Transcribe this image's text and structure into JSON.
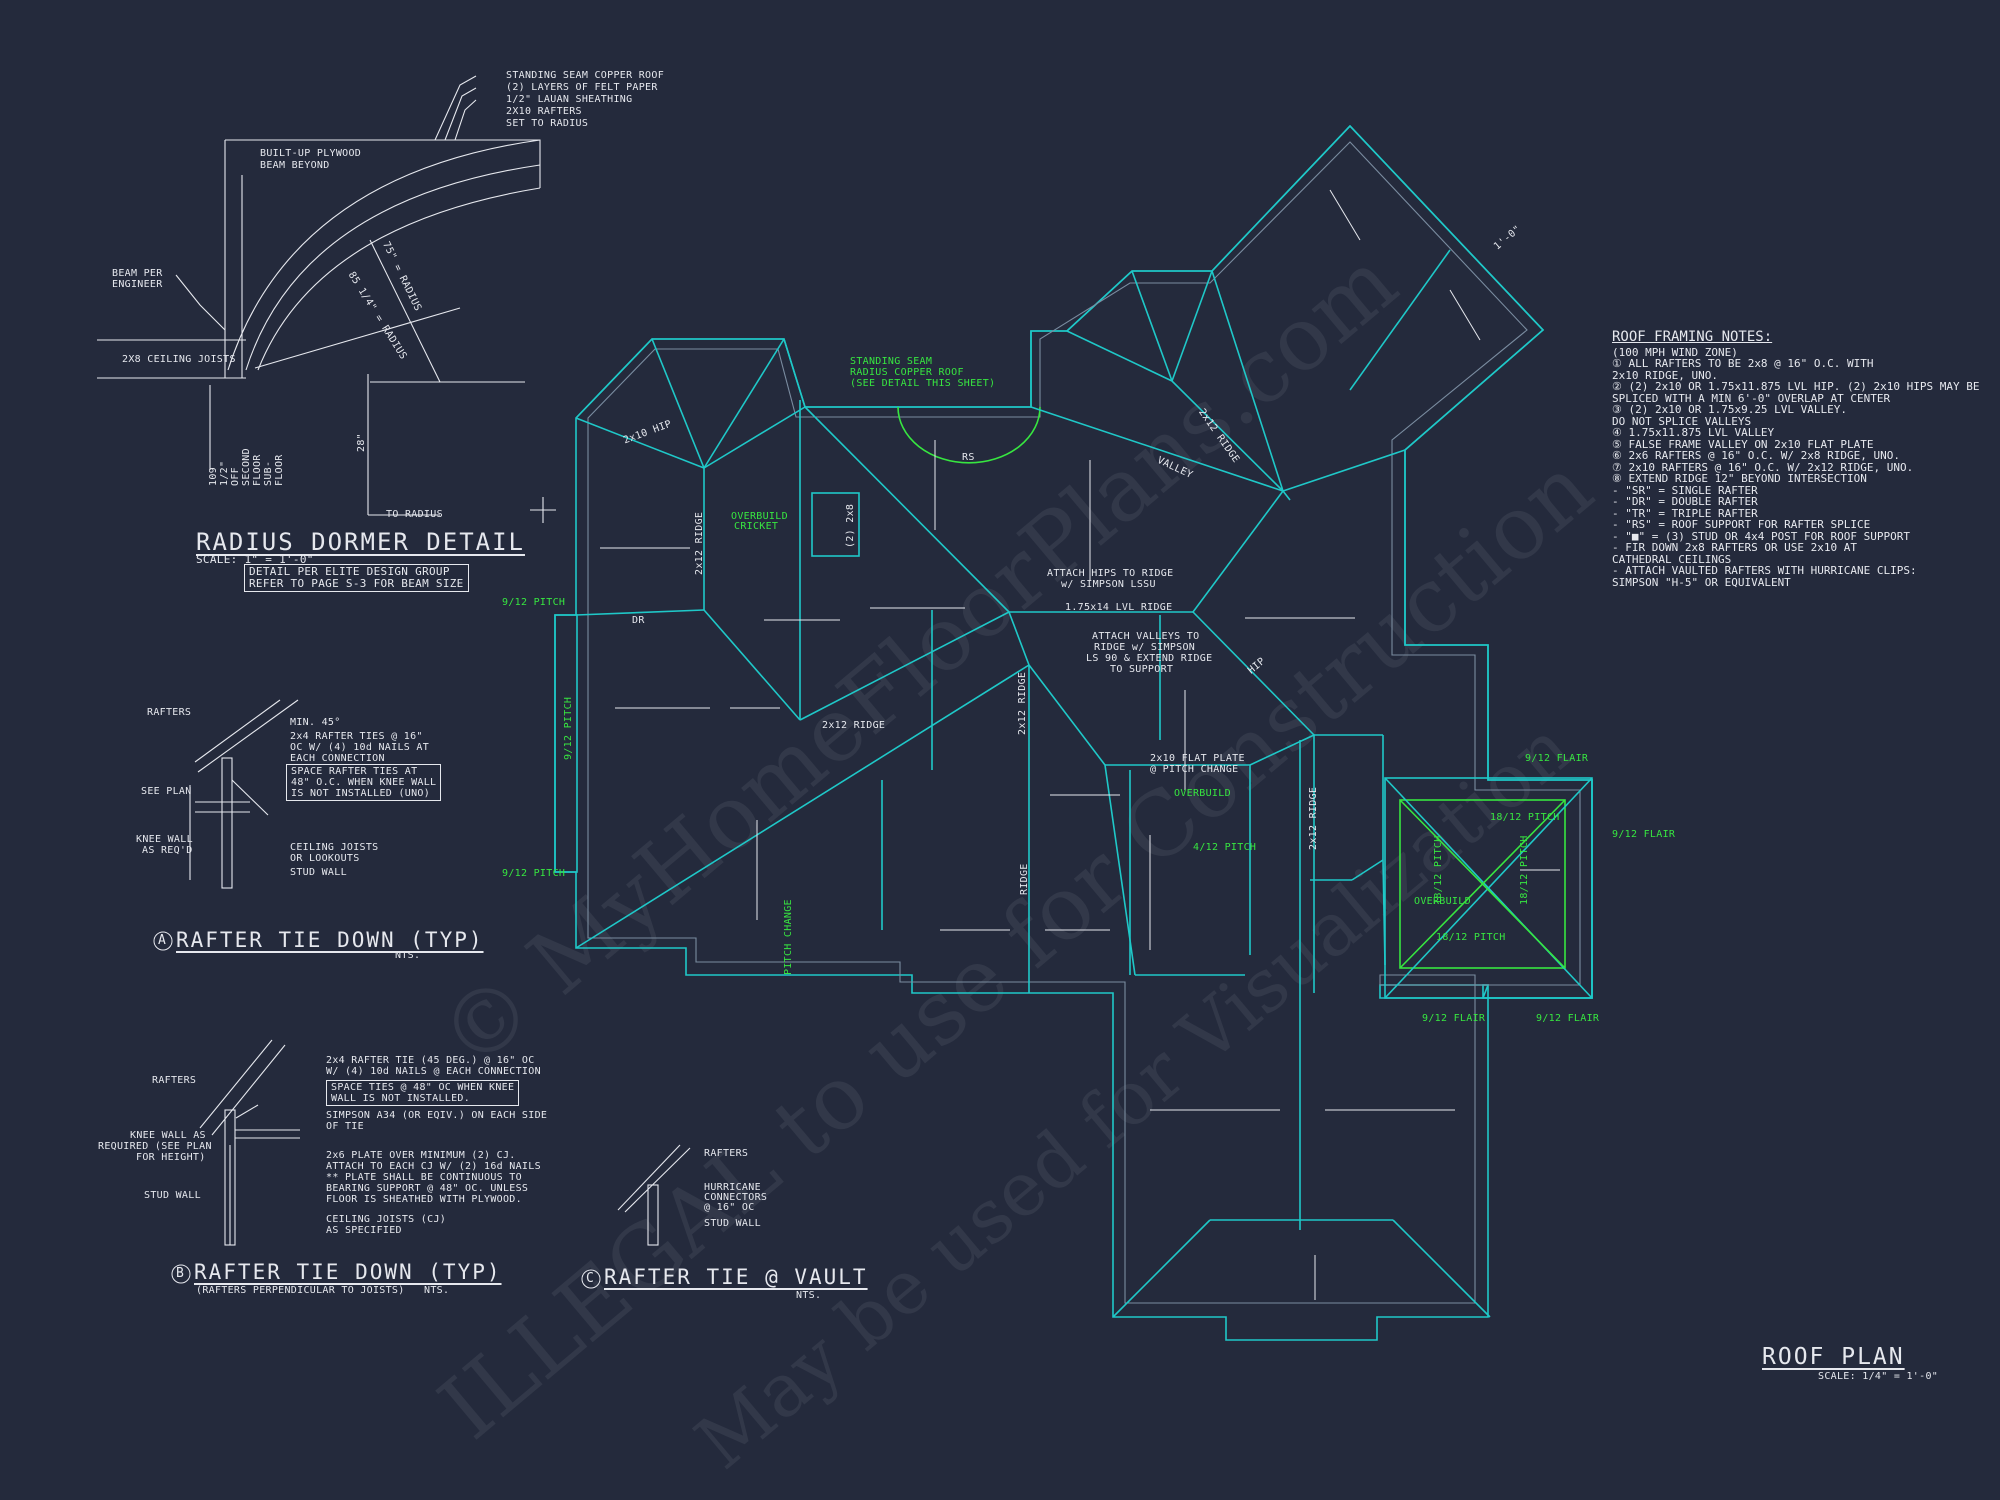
{
  "watermark": {
    "line1": "© MyHomeFloorPlans.com",
    "line2": "ILLEGAL to use for Construction",
    "line3": "May be used for Visualization"
  },
  "radius_dormer": {
    "title": "RADIUS DORMER DETAIL",
    "scale": "SCALE: 1\" = 1'-0\"",
    "note_line1": "DETAIL PER ELITE DESIGN GROUP",
    "note_line2": "REFER TO PAGE S-3 FOR BEAM SIZE",
    "callouts": [
      "STANDING SEAM COPPER ROOF",
      "(2) LAYERS OF FELT PAPER",
      "1/2\" LAUAN SHEATHING",
      "2X10 RAFTERS",
      "SET TO RADIUS"
    ],
    "beam": [
      "BUILT-UP PLYWOOD",
      "BEAM BEYOND"
    ],
    "beam_engineer": [
      "BEAM PER",
      "ENGINEER"
    ],
    "ceiling_joists": "2X8 CEILING JOISTS",
    "radius_a": "75\" = RADIUS",
    "radius_b": "85 1/4\" = RADIUS",
    "dim_vertical": "28\"",
    "dim_side": "109 1/2\" OFF SECOND FLOOR SUB-FLOOR",
    "to_radius": "TO RADIUS"
  },
  "detail_a": {
    "marker": "A",
    "title": "RAFTER TIE DOWN (TYP)",
    "scale": "NTS.",
    "labels": {
      "rafters": "RAFTERS",
      "min": "MIN. 45°",
      "ties": [
        "2x4 RAFTER TIES @ 16\"",
        "OC W/ (4) 10d NAILS AT",
        "EACH CONNECTION"
      ],
      "space": [
        "SPACE RAFTER TIES AT",
        "48\" O.C. WHEN KNEE WALL",
        "IS NOT INSTALLED (UNO)"
      ],
      "see_plan": "SEE PLAN",
      "knee": [
        "KNEE WALL",
        "AS REQ'D"
      ],
      "ceiling": [
        "CEILING JOISTS",
        "OR LOOKOUTS"
      ],
      "stud": "STUD WALL"
    }
  },
  "detail_b": {
    "marker": "B",
    "title": "RAFTER TIE DOWN (TYP)",
    "subtitle": "(RAFTERS PERPENDICULAR TO JOISTS)",
    "scale": "NTS.",
    "labels": {
      "rafters": "RAFTERS",
      "tie": [
        "2x4 RAFTER TIE (45 DEG.) @ 16\" OC",
        "W/ (4) 10d NAILS @ EACH CONNECTION"
      ],
      "space": [
        "SPACE TIES @ 48\" OC WHEN KNEE",
        "WALL IS NOT INSTALLED."
      ],
      "simpson": [
        "SIMPSON A34 (OR EQIV.) ON EACH SIDE",
        "OF TIE"
      ],
      "knee": [
        "KNEE WALL AS",
        "REQUIRED (SEE PLAN",
        "FOR HEIGHT)"
      ],
      "plate": [
        "2x6 PLATE OVER MINIMUM (2) CJ.",
        "ATTACH TO EACH CJ W/ (2) 16d NAILS",
        "** PLATE SHALL BE CONTINUOUS TO",
        "BEARING SUPPORT @ 48\" OC. UNLESS",
        "FLOOR IS SHEATHED WITH PLYWOOD."
      ],
      "stud": "STUD WALL",
      "ceiling": [
        "CEILING JOISTS (CJ)",
        "AS SPECIFIED"
      ]
    }
  },
  "detail_c": {
    "marker": "C",
    "title": "RAFTER TIE @ VAULT",
    "scale": "NTS.",
    "labels": {
      "rafters": "RAFTERS",
      "hurricane": [
        "HURRICANE",
        "CONNECTORS",
        "@ 16\" OC"
      ],
      "stud": "STUD WALL"
    }
  },
  "notes": {
    "title": "ROOF FRAMING NOTES:",
    "lines": [
      "(100 MPH WIND ZONE)",
      "① ALL RAFTERS TO BE 2x8 @ 16\" O.C. WITH",
      "   2x10 RIDGE, UNO.",
      "② (2) 2x10 OR 1.75x11.875 LVL HIP. (2) 2x10 HIPS MAY BE",
      "   SPLICED WITH A MIN 6'-0\" OVERLAP AT CENTER",
      "③ (2) 2x10 OR 1.75x9.25 LVL VALLEY.",
      "   DO NOT SPLICE VALLEYS",
      "④ 1.75x11.875 LVL VALLEY",
      "⑤ FALSE FRAME VALLEY ON 2x10 FLAT PLATE",
      "⑥ 2x6 RAFTERS @ 16\" O.C. W/ 2x8 RIDGE, UNO.",
      "⑦ 2x10 RAFTERS @ 16\" O.C. W/ 2x12 RIDGE, UNO.",
      "⑧ EXTEND RIDGE 12\" BEYOND INTERSECTION",
      "- \"SR\" = SINGLE RAFTER",
      "- \"DR\" = DOUBLE RAFTER",
      "- \"TR\" = TRIPLE RAFTER",
      "- \"RS\" = ROOF SUPPORT FOR RAFTER SPLICE",
      "- \"■\" = (3) STUD OR 4x4 POST FOR ROOF SUPPORT",
      "- FIR DOWN 2x8 RAFTERS OR USE 2x10 AT",
      "  CATHEDRAL CEILINGS",
      "- ATTACH VAULTED RAFTERS WITH HURRICANE CLIPS:",
      "  SIMPSON \"H-5\" OR EQUIVALENT"
    ]
  },
  "roof_plan": {
    "title": "ROOF PLAN",
    "scale": "SCALE: 1/4\" = 1'-0\"",
    "green_labels": {
      "standing_seam": [
        "STANDING SEAM",
        "RADIUS COPPER ROOF",
        "(SEE DETAIL THIS SHEET)"
      ],
      "overbuild_cricket": [
        "OVERBUILD",
        "CRICKET"
      ],
      "pitch_left_top": "9/12 PITCH",
      "pitch_left_bot": "9/12 PITCH",
      "pitch_left_side": "9/12 PITCH",
      "overbuild": "OVERBUILD",
      "pitch_4_12": "4/12 PITCH",
      "flair_top": "9/12 FLAIR",
      "flair_right": "9/12 FLAIR",
      "flair_bot_l": "9/12 FLAIR",
      "flair_bot_r": "9/12 FLAIR",
      "pitch_18_top": "18/12 PITCH",
      "pitch_18_bot": "18/12 PITCH",
      "pitch_18_left": "18/12 PITCH",
      "pitch_18_right": "18/12 PITCH",
      "pitch_change": "PITCH CHANGE",
      "overbuild2": "OVERBUILD"
    },
    "white_labels": {
      "attach_hips": [
        "ATTACH HIPS TO RIDGE",
        "w/ SIMPSON LSSU"
      ],
      "lvl_ridge": "1.75x14 LVL RIDGE",
      "attach_valleys": [
        "ATTACH VALLEYS TO",
        "RIDGE w/ SIMPSON",
        "LS 90 & EXTEND RIDGE",
        "TO SUPPORT"
      ],
      "flat_plate": [
        "2x10 FLAT PLATE",
        "@ PITCH CHANGE"
      ],
      "ridge_2x12_a": "2x12 RIDGE",
      "ridge_2x12_b": "2x12 RIDGE",
      "ridge_2x12_c": "2x12 RIDGE",
      "ridge_2x12_d": "2x12 RIDGE",
      "ridge_2x12_e": "2x12 RIDGE",
      "two_2x8": "(2) 2x8",
      "dr": "DR",
      "rs": "RS",
      "ridge": "RIDGE",
      "hip": "HIP",
      "valley": "VALLEY",
      "hip_2x10": "2x10 HIP",
      "angle": "1'-0\""
    }
  },
  "colors": {
    "background": "#242a3c",
    "line": "#1fc8c8",
    "green": "#37e640",
    "text": "#e6e8ee",
    "dim": "#9aa0b0"
  }
}
